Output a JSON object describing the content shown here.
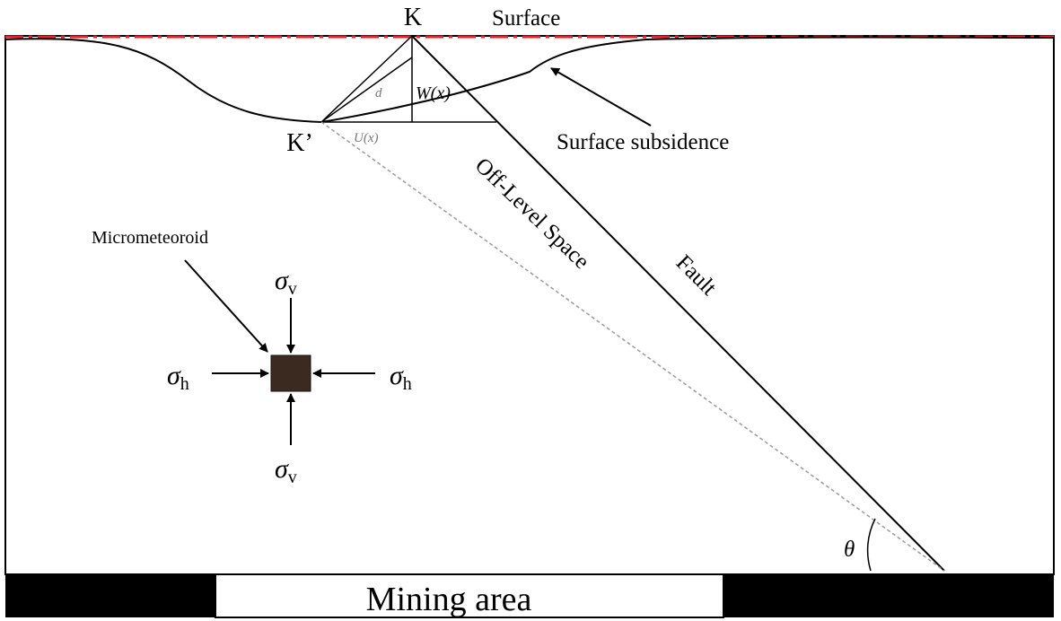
{
  "labels": {
    "k_point": "K",
    "k_prime_point": "K’",
    "surface": "Surface",
    "surface_subsidence": "Surface subsidence",
    "off_level_space": "Off-Level Space",
    "fault": "Fault",
    "micrometeoroid": "Micrometeoroid",
    "w_x": "W(x)",
    "u_x": "U(x)",
    "d": "d",
    "theta": "θ",
    "mining_area": "Mining area"
  },
  "stresses": {
    "sigma": "σ",
    "vertical_sub": "v",
    "horizontal_sub": "h"
  },
  "colors": {
    "surface_line": "#e8202a",
    "element_fill": "#3a2a1f",
    "mining_band": "#000000",
    "dashed_line": "#9a9a9a"
  }
}
